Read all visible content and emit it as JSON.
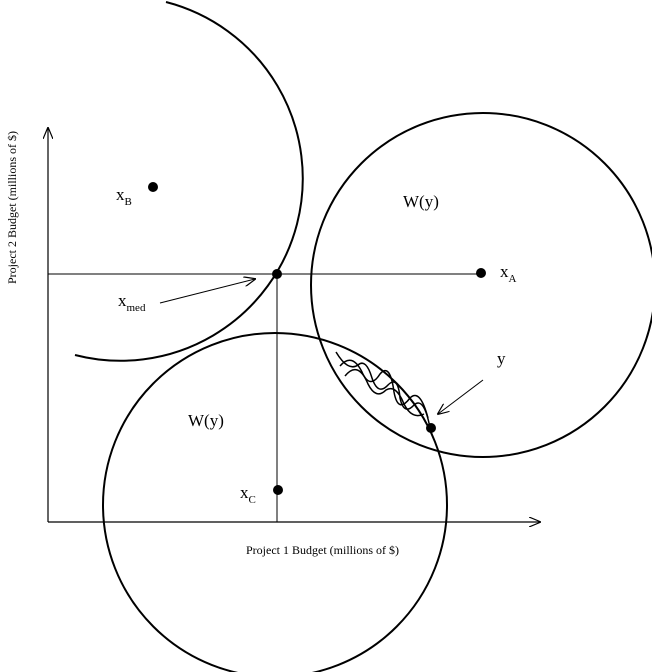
{
  "axes": {
    "x_label": "Project 1 Budget (millions of $)",
    "y_label": "Project 2 Budget (millions of $)"
  },
  "points": {
    "a": {
      "base": "x",
      "sub": "A"
    },
    "b": {
      "base": "x",
      "sub": "B"
    },
    "c": {
      "base": "x",
      "sub": "C"
    },
    "med": {
      "base": "x",
      "sub": "med"
    },
    "y": {
      "base": "y"
    }
  },
  "regions": {
    "upper": "W(y)",
    "lower": "W(y)"
  },
  "colors": {
    "ink": "#000000",
    "background": "#ffffff"
  }
}
